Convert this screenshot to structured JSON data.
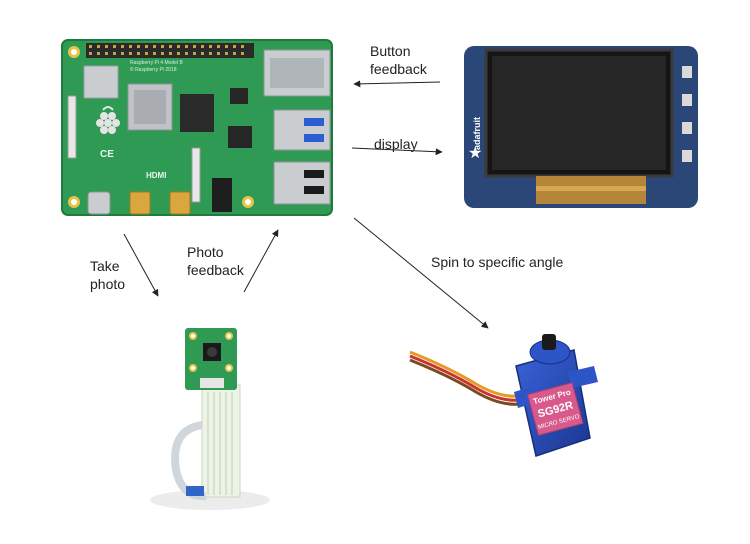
{
  "diagram": {
    "components": {
      "raspberry_pi": {
        "name": "raspberry-pi-board",
        "silkscreen_model": "Raspberry Pi 4 Model B",
        "silkscreen_copyright": "© Raspberry Pi 2018",
        "hdmi_label": "HDMI",
        "ce_mark": "CE"
      },
      "display": {
        "name": "tft-display",
        "brand": "adafruit"
      },
      "camera": {
        "name": "camera-module"
      },
      "servo": {
        "name": "servo-motor",
        "brand": "Tower Pro",
        "model": "SG92R",
        "subtitle": "MICRO SERVO"
      }
    },
    "labels": {
      "button_feedback": {
        "line1": "Button",
        "line2": "feedback"
      },
      "display": {
        "line1": "display"
      },
      "take_photo": {
        "line1": "Take",
        "line2": "photo"
      },
      "photo_feedback": {
        "line1": "Photo",
        "line2": "feedback"
      },
      "spin": {
        "line1": "Spin to specific angle"
      }
    },
    "colors": {
      "pcb_green": "#2f9a53",
      "pcb_dark": "#1f7a3e",
      "gold": "#e8c34a",
      "metal": "#c9cdd0",
      "screen_black": "#151515",
      "display_pcb": "#2b4778",
      "ribbon_tan": "#b5853a",
      "servo_blue": "#2649b8",
      "servo_label_pink": "#d85a8c",
      "arrow": "#222222"
    }
  }
}
